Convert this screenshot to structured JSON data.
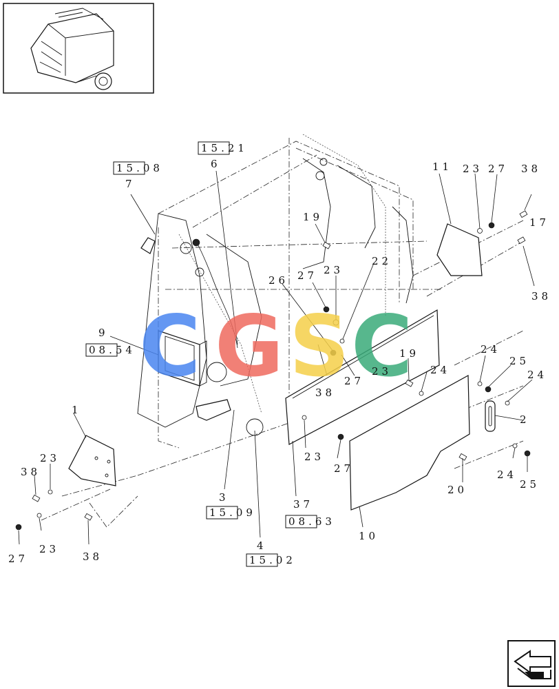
{
  "labels": {
    "l1": "1",
    "l2": "2",
    "l3": "3",
    "l4": "4",
    "l6": "6",
    "l7": "7",
    "l9": "9",
    "l10": "10",
    "l11": "11",
    "l17": "17",
    "l19a": "19",
    "l19b": "19",
    "l20": "20",
    "l22": "22",
    "l23a": "23",
    "l23b": "23",
    "l23c": "23",
    "l23d": "23",
    "l23e": "23",
    "l23f": "23",
    "l24a": "24",
    "l24b": "24",
    "l24c": "24",
    "l24d": "24",
    "l25a": "25",
    "l25b": "25",
    "l26": "26",
    "l27a": "27",
    "l27b": "27",
    "l27c": "27",
    "l27d": "27",
    "l27e": "27",
    "l37": "37",
    "l38a": "38",
    "l38b": "38",
    "l38c": "38",
    "l38d": "38",
    "l38e": "38"
  },
  "references": {
    "r1": "15.08",
    "r2": "15.21",
    "r3": "08.54",
    "r4": "15.09",
    "r5": "08.63",
    "r6": "15.02"
  },
  "watermark": {
    "letters": [
      "C",
      "G",
      "S",
      "C"
    ],
    "colors": [
      "#4a86f0",
      "#ef6a5f",
      "#f5d04a",
      "#3aab7a"
    ]
  },
  "icons": {
    "thumbnail": "baler-thumbnail",
    "navigation": "next-page-arrow-icon"
  }
}
